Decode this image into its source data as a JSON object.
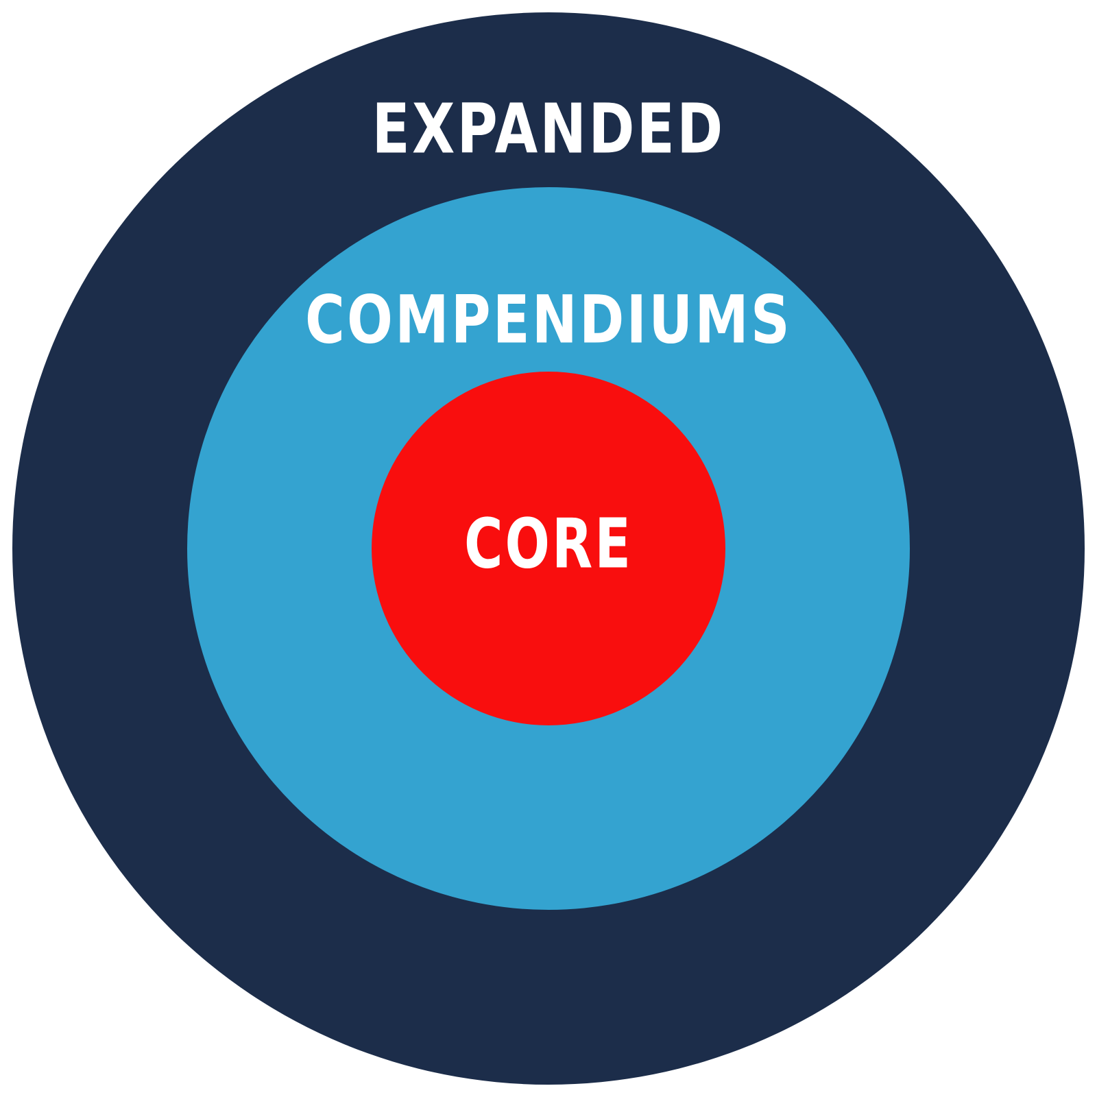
{
  "diagram": {
    "rings": [
      {
        "id": "expanded",
        "label": "EXPANDED",
        "color": "#1c2d4a"
      },
      {
        "id": "compendiums",
        "label": "COMPENDIUMS",
        "color": "#34a3d0"
      },
      {
        "id": "core",
        "label": "CORE",
        "color": "#f90e0e"
      }
    ],
    "label_color": "#ffffff",
    "background": "#ffffff"
  }
}
